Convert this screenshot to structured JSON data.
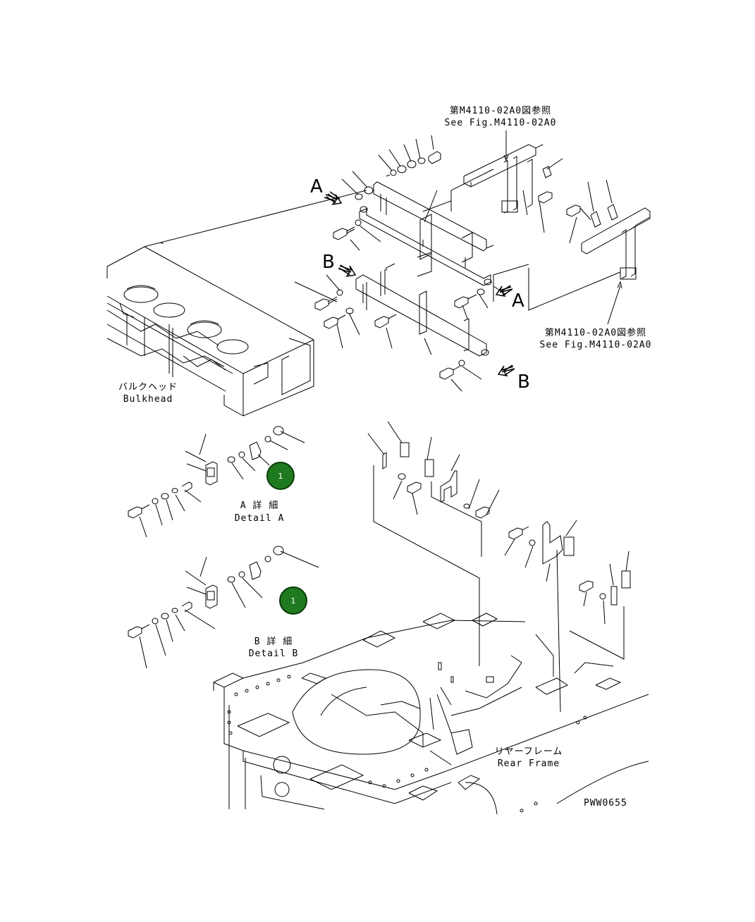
{
  "labels": {
    "ref_top_jp": "第M4110-02A0図参照",
    "ref_top_en": "See Fig.M4110-02A0",
    "ref_right_jp": "第M4110-02A0図参照",
    "ref_right_en": "See Fig.M4110-02A0",
    "bulkhead_jp": "バルクヘッド",
    "bulkhead_en": "Bulkhead",
    "detail_a_jp": "A 詳 細",
    "detail_a_en": "Detail A",
    "detail_b_jp": "B 詳 細",
    "detail_b_en": "Detail B",
    "rear_frame_jp": "リヤーフレーム",
    "rear_frame_en": "Rear Frame",
    "figure_code": "PWW0655",
    "view_a": "A",
    "view_b": "B"
  },
  "callouts": [
    "1",
    "1"
  ],
  "colors": {
    "callout_fill": "#1f7a1f",
    "line": "#000000"
  }
}
